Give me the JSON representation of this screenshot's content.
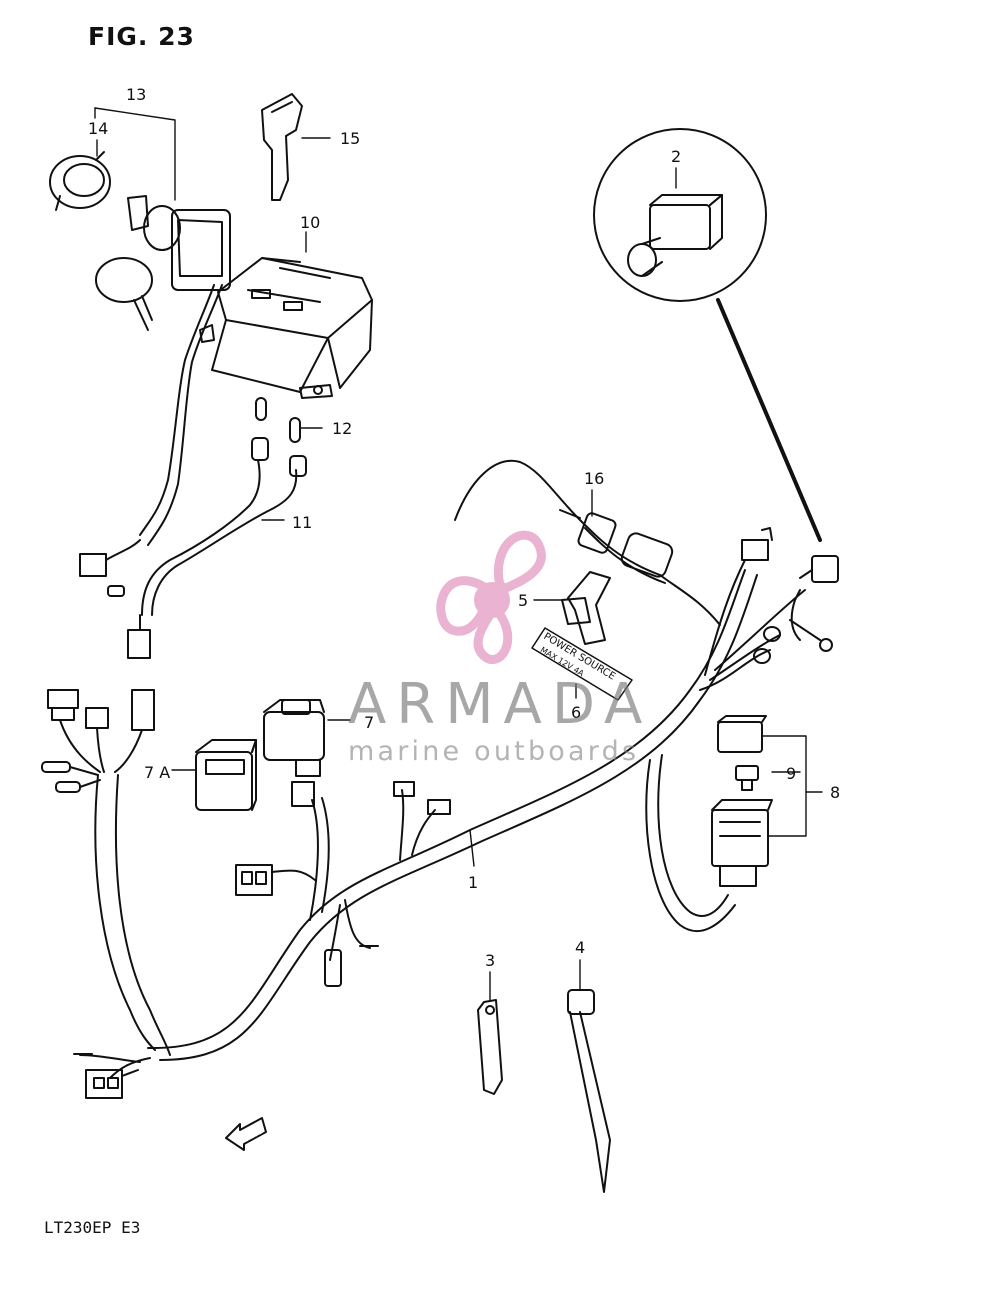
{
  "figure": {
    "title": "FIG. 23",
    "model": "LT230EP  E3"
  },
  "watermark": {
    "name": "ARMADA",
    "tagline": "marine outboards",
    "accent_color": "#e7a6c9",
    "text_color": "#8a8a8a"
  },
  "label_plate": {
    "line1": "POWER SOURCE",
    "line2": "MAX 12V 4A"
  },
  "callouts": {
    "c1": "1",
    "c2": "2",
    "c3": "3",
    "c4": "4",
    "c5": "5",
    "c6": "6",
    "c7": "7",
    "c7a": "7 A",
    "c8": "8",
    "c9": "9",
    "c10": "10",
    "c11": "11",
    "c12": "12",
    "c13": "13",
    "c14": "14",
    "c15": "15",
    "c16": "16"
  },
  "fwd_arrow": "FWD",
  "colors": {
    "line": "#111111",
    "background": "#ffffff"
  }
}
